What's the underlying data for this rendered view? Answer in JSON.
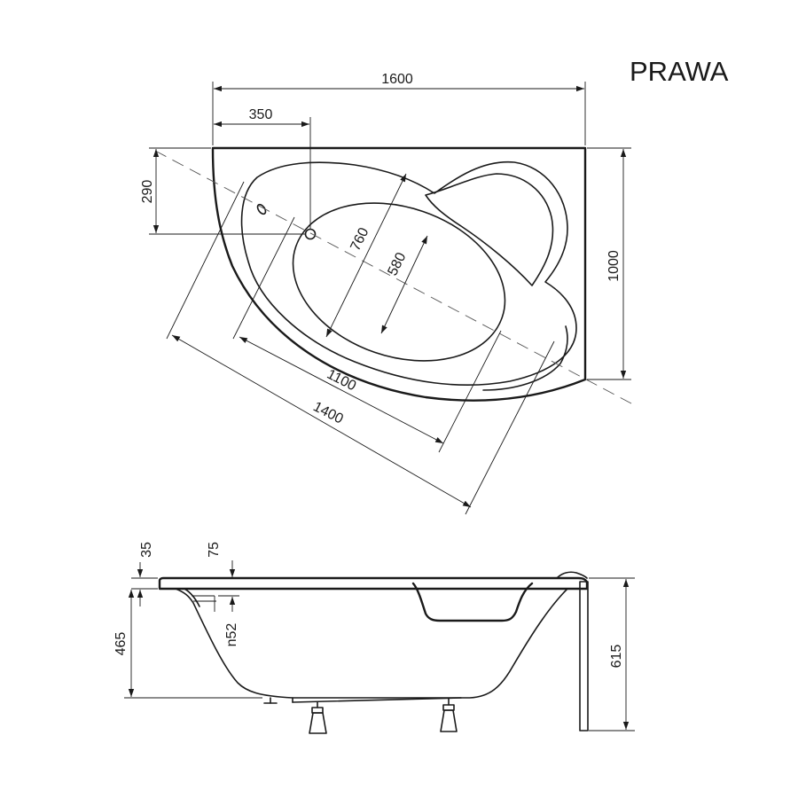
{
  "side_label": "PRAWA",
  "dimensions": {
    "overall_width": "1600",
    "drain_offset_x": "350",
    "drain_offset_y": "290",
    "overall_depth": "1000",
    "inner_width": "760",
    "basin_width": "580",
    "basin_length": "1100",
    "inner_length": "1400",
    "rim_thickness": "35",
    "overflow_offset": "75",
    "overflow_diameter": "n52",
    "basin_depth": "465",
    "total_height": "615"
  },
  "colors": {
    "line": "#1a1a1a",
    "background": "#ffffff"
  }
}
